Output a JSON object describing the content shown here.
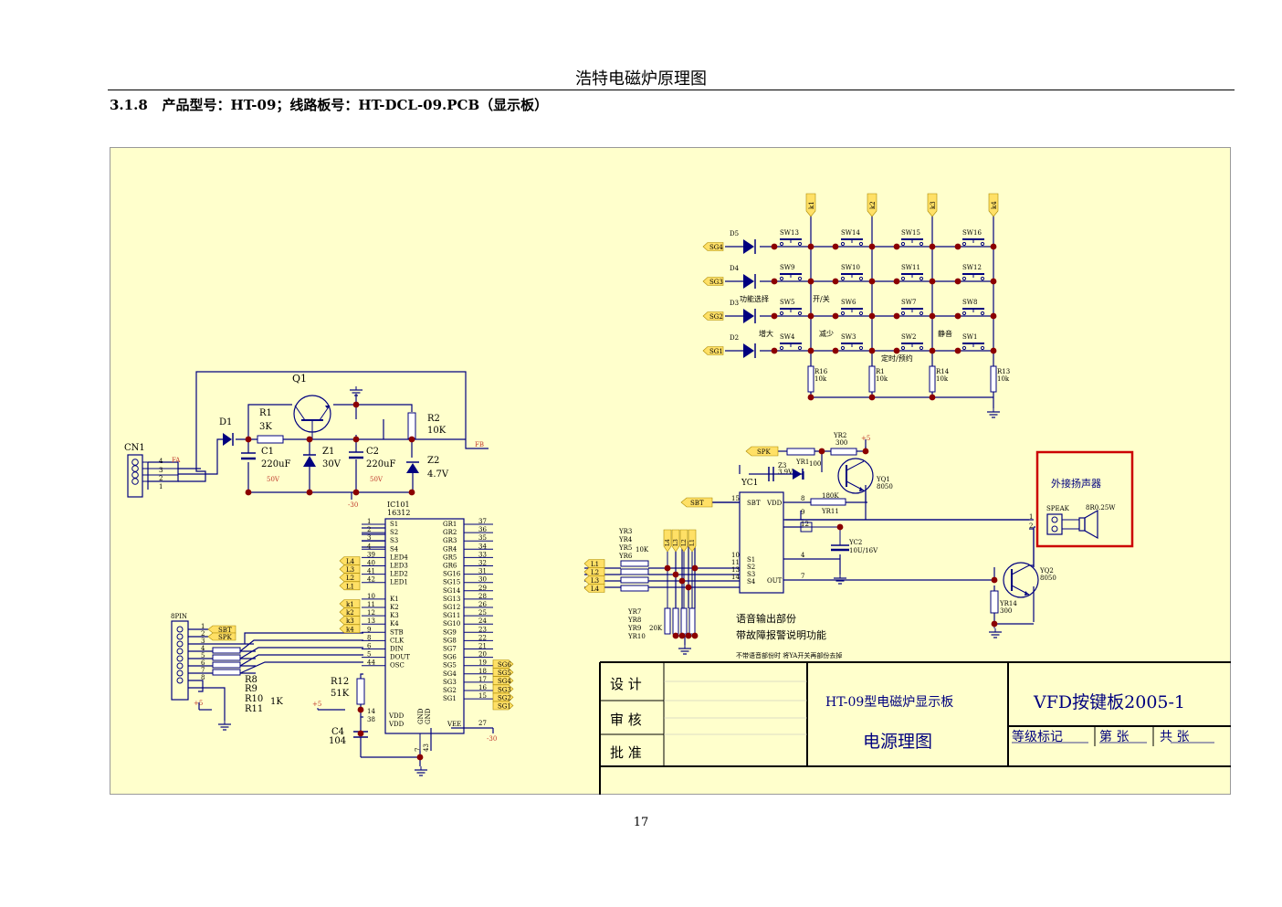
{
  "header": {
    "title": "浩特电磁炉原理图",
    "section_number": "3.1.8",
    "section_text": "产品型号：HT-09；线路板号：HT-DCL-09.PCB（显示板）"
  },
  "page_number": "17",
  "colors": {
    "background": "#ffffcc",
    "wire": "#00007f",
    "junction": "#8b0000",
    "net_label_fill": "#ffe066",
    "speaker_box": "#cc0000"
  },
  "power_section": {
    "connector": "CN1",
    "pins": [
      "4",
      "3",
      "2",
      "1"
    ],
    "fa_label": "FA",
    "fb_label": "FB",
    "transistor": "Q1",
    "diode": "D1",
    "r1": {
      "ref": "R1",
      "value": "3K"
    },
    "r2": {
      "ref": "R2",
      "value": "10K"
    },
    "c1": {
      "ref": "C1",
      "value": "220uF",
      "rating": "50V"
    },
    "c2": {
      "ref": "C2",
      "value": "220uF",
      "rating": "50V"
    },
    "z1": {
      "ref": "Z1",
      "value": "30V"
    },
    "z2": {
      "ref": "Z2",
      "value": "4.7V"
    },
    "minus30": "-30"
  },
  "ic101": {
    "ref": "IC101",
    "part": "16312",
    "left_pins": [
      {
        "num": "1",
        "name": "S1"
      },
      {
        "num": "2",
        "name": "S2"
      },
      {
        "num": "3",
        "name": "S3"
      },
      {
        "num": "4",
        "name": "S4"
      },
      {
        "num": "39",
        "name": "LED4"
      },
      {
        "num": "40",
        "name": "LED3"
      },
      {
        "num": "41",
        "name": "LED2"
      },
      {
        "num": "42",
        "name": "LED1"
      },
      {
        "num": "",
        "name": ""
      },
      {
        "num": "10",
        "name": "K1"
      },
      {
        "num": "11",
        "name": "K2"
      },
      {
        "num": "12",
        "name": "K3"
      },
      {
        "num": "13",
        "name": "K4"
      },
      {
        "num": "9",
        "name": "STB"
      },
      {
        "num": "8",
        "name": "CLK"
      },
      {
        "num": "6",
        "name": "DIN"
      },
      {
        "num": "5",
        "name": "DOUT"
      },
      {
        "num": "44",
        "name": "OSC"
      }
    ],
    "right_pins": [
      {
        "num": "37",
        "name": "GR1"
      },
      {
        "num": "36",
        "name": "GR2"
      },
      {
        "num": "35",
        "name": "GR3"
      },
      {
        "num": "34",
        "name": "GR4"
      },
      {
        "num": "33",
        "name": "GR5"
      },
      {
        "num": "32",
        "name": "GR6"
      },
      {
        "num": "31",
        "name": "SG16"
      },
      {
        "num": "30",
        "name": "SG15"
      },
      {
        "num": "29",
        "name": "SG14"
      },
      {
        "num": "28",
        "name": "SG13"
      },
      {
        "num": "26",
        "name": "SG12"
      },
      {
        "num": "25",
        "name": "SG11"
      },
      {
        "num": "24",
        "name": "SG10"
      },
      {
        "num": "23",
        "name": "SG9"
      },
      {
        "num": "22",
        "name": "SG8"
      },
      {
        "num": "21",
        "name": "SG7"
      },
      {
        "num": "20",
        "name": "SG6"
      },
      {
        "num": "19",
        "name": "SG5"
      },
      {
        "num": "18",
        "name": "SG4"
      },
      {
        "num": "17",
        "name": "SG3"
      },
      {
        "num": "16",
        "name": "SG2"
      },
      {
        "num": "15",
        "name": "SG1"
      }
    ],
    "vdd_pins": [
      {
        "num": "14",
        "name": "VDD"
      },
      {
        "num": "38",
        "name": "VDD"
      }
    ],
    "gnd_pins": [
      "7",
      "43"
    ],
    "gnd_names": [
      "GND",
      "GND"
    ],
    "vee": {
      "num": "27",
      "name": "VEE",
      "net": "-30"
    },
    "r12": {
      "ref": "R12",
      "value": "51K"
    },
    "c4": {
      "ref": "C4",
      "value": "104"
    },
    "plus5": "+5"
  },
  "left_labels": {
    "led": [
      "L4",
      "L3",
      "L2",
      "L1"
    ],
    "key": [
      "k1",
      "k2",
      "k3",
      "k4"
    ],
    "seg": [
      "SG6",
      "SG5",
      "SG4",
      "SG3",
      "SG2",
      "SG1"
    ]
  },
  "connector_8pin": {
    "label": "8PIN",
    "pins": [
      "1",
      "2",
      "3",
      "4",
      "5",
      "6",
      "7",
      "8"
    ],
    "nets": [
      "SBT",
      "SPK"
    ],
    "resistors": [
      "R8",
      "R9",
      "R10",
      "R11"
    ],
    "value": "1K",
    "plus5": "+5"
  },
  "keypad": {
    "columns": [
      "k1",
      "k2",
      "k3",
      "k4"
    ],
    "rows": [
      {
        "net": "SG4",
        "diode": "D5",
        "switches": [
          "SW13",
          "SW14",
          "SW15",
          "SW16"
        ]
      },
      {
        "net": "SG3",
        "diode": "D4",
        "switches": [
          "SW9",
          "SW10",
          "SW11",
          "SW12"
        ]
      },
      {
        "net": "SG2",
        "diode": "D3",
        "switches": [
          "SW5",
          "SW6",
          "SW7",
          "SW8"
        ]
      },
      {
        "net": "SG1",
        "diode": "D2",
        "switches": [
          "SW4",
          "SW3",
          "SW2",
          "SW1"
        ]
      }
    ],
    "function_labels": [
      "功能选择",
      "开/关",
      "增大",
      "减少",
      "静音",
      "定时/预约"
    ],
    "pulldowns": [
      {
        "ref": "R16",
        "value": "10k"
      },
      {
        "ref": "R1",
        "value": "10k"
      },
      {
        "ref": "R14",
        "value": "10k"
      },
      {
        "ref": "R13",
        "value": "10k"
      }
    ]
  },
  "voice_section": {
    "spk_net": "SPK",
    "sbt_net": "SBT",
    "yc1": "YC1",
    "yc1_pins": [
      {
        "num": "15",
        "name": "SBT"
      },
      {
        "num": "8",
        "name": "VDD"
      },
      {
        "num": "9",
        "name": ""
      },
      {
        "num": "12",
        "name": ""
      },
      {
        "num": "10",
        "name": "S1"
      },
      {
        "num": "11",
        "name": "S2"
      },
      {
        "num": "13",
        "name": "S3"
      },
      {
        "num": "14",
        "name": "S4"
      },
      {
        "num": "4",
        "name": ""
      },
      {
        "num": "7",
        "name": "OUT"
      }
    ],
    "z3": {
      "ref": "Z3",
      "value": "3.9V"
    },
    "yr1": {
      "ref": "YR1",
      "value": "100"
    },
    "yr2": {
      "ref": "YR2",
      "value": "300"
    },
    "yr11": {
      "ref": "YR11",
      "value": "180K"
    },
    "yr14": {
      "ref": "YR14",
      "value": "300"
    },
    "yq1": {
      "ref": "YQ1",
      "value": "8050"
    },
    "yq2": {
      "ref": "YQ2",
      "value": "8050"
    },
    "yc2": {
      "ref": "YC2",
      "value": "10U/16V"
    },
    "plus5": "+5",
    "input_nets": [
      "L1",
      "L2",
      "L3",
      "L4"
    ],
    "series_resistors": [
      "YR3",
      "YR4",
      "YR5",
      "YR6"
    ],
    "series_value": "10K",
    "shunt_resistors": [
      "YR7",
      "YR8",
      "YR9",
      "YR10"
    ],
    "shunt_value": "20K",
    "top_labels": [
      "L4",
      "L3",
      "L2",
      "L1"
    ],
    "note_line1": "语音输出部份",
    "note_line2": "带故障报警说明功能",
    "note_small": "不带语音部份时    将YA开关再部份去掉",
    "speaker": {
      "box_title": "外接扬声器",
      "connector": "SPEAK",
      "rating": "8R0.25W",
      "pins": [
        "1",
        "2"
      ]
    }
  },
  "title_block": {
    "row_labels": [
      "设  计",
      "审  核",
      "批  准"
    ],
    "board_title": "HT-09型电磁炉显示板",
    "drawing_title": "电源理图",
    "code": "VFD按键板2005-1",
    "grade": "等级标记",
    "sheet": "第  张",
    "total": "共  张"
  }
}
